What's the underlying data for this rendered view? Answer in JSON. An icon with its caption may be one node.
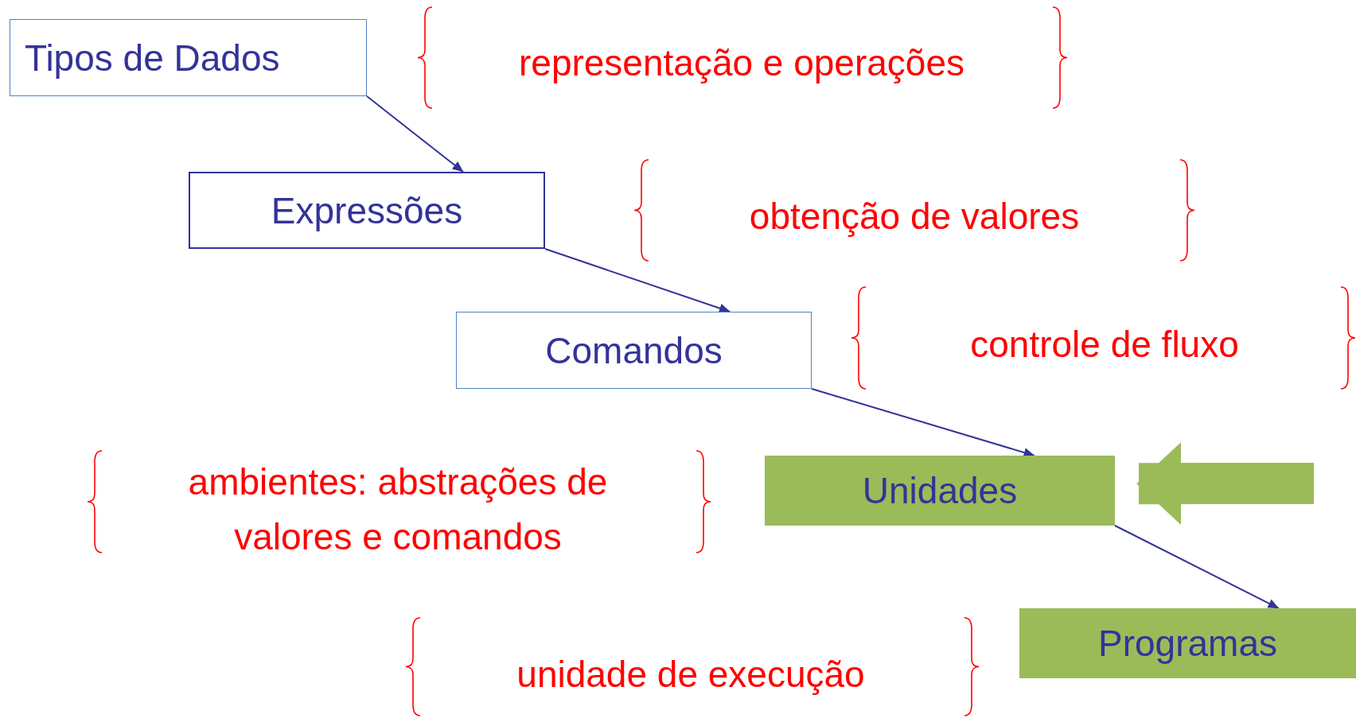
{
  "diagram": {
    "nodes": [
      {
        "text": [
          "Tipos de Dados"
        ]
      },
      {
        "text": [
          "Expressões"
        ]
      },
      {
        "text": [
          "Comandos"
        ]
      },
      {
        "text": [
          "Unidades"
        ]
      },
      {
        "text": [
          "Programas"
        ]
      }
    ],
    "edges": [
      {
        "from": 0,
        "to": 1,
        "arrow": "to"
      },
      {
        "from": 1,
        "to": 2,
        "arrow": "to"
      },
      {
        "from": 2,
        "to": 3,
        "arrow": "to"
      },
      {
        "from": 3,
        "to": 4,
        "arrow": "to"
      },
      {
        "from": null,
        "to": 3,
        "arrow": "to",
        "style": "thick",
        "color": "#9bbb59"
      }
    ],
    "labels": [
      "representação e operações",
      "obtenção de valores",
      "controle de fluxo",
      "ambientes: abstrações de valores e comandos",
      "unidade de execução"
    ]
  }
}
